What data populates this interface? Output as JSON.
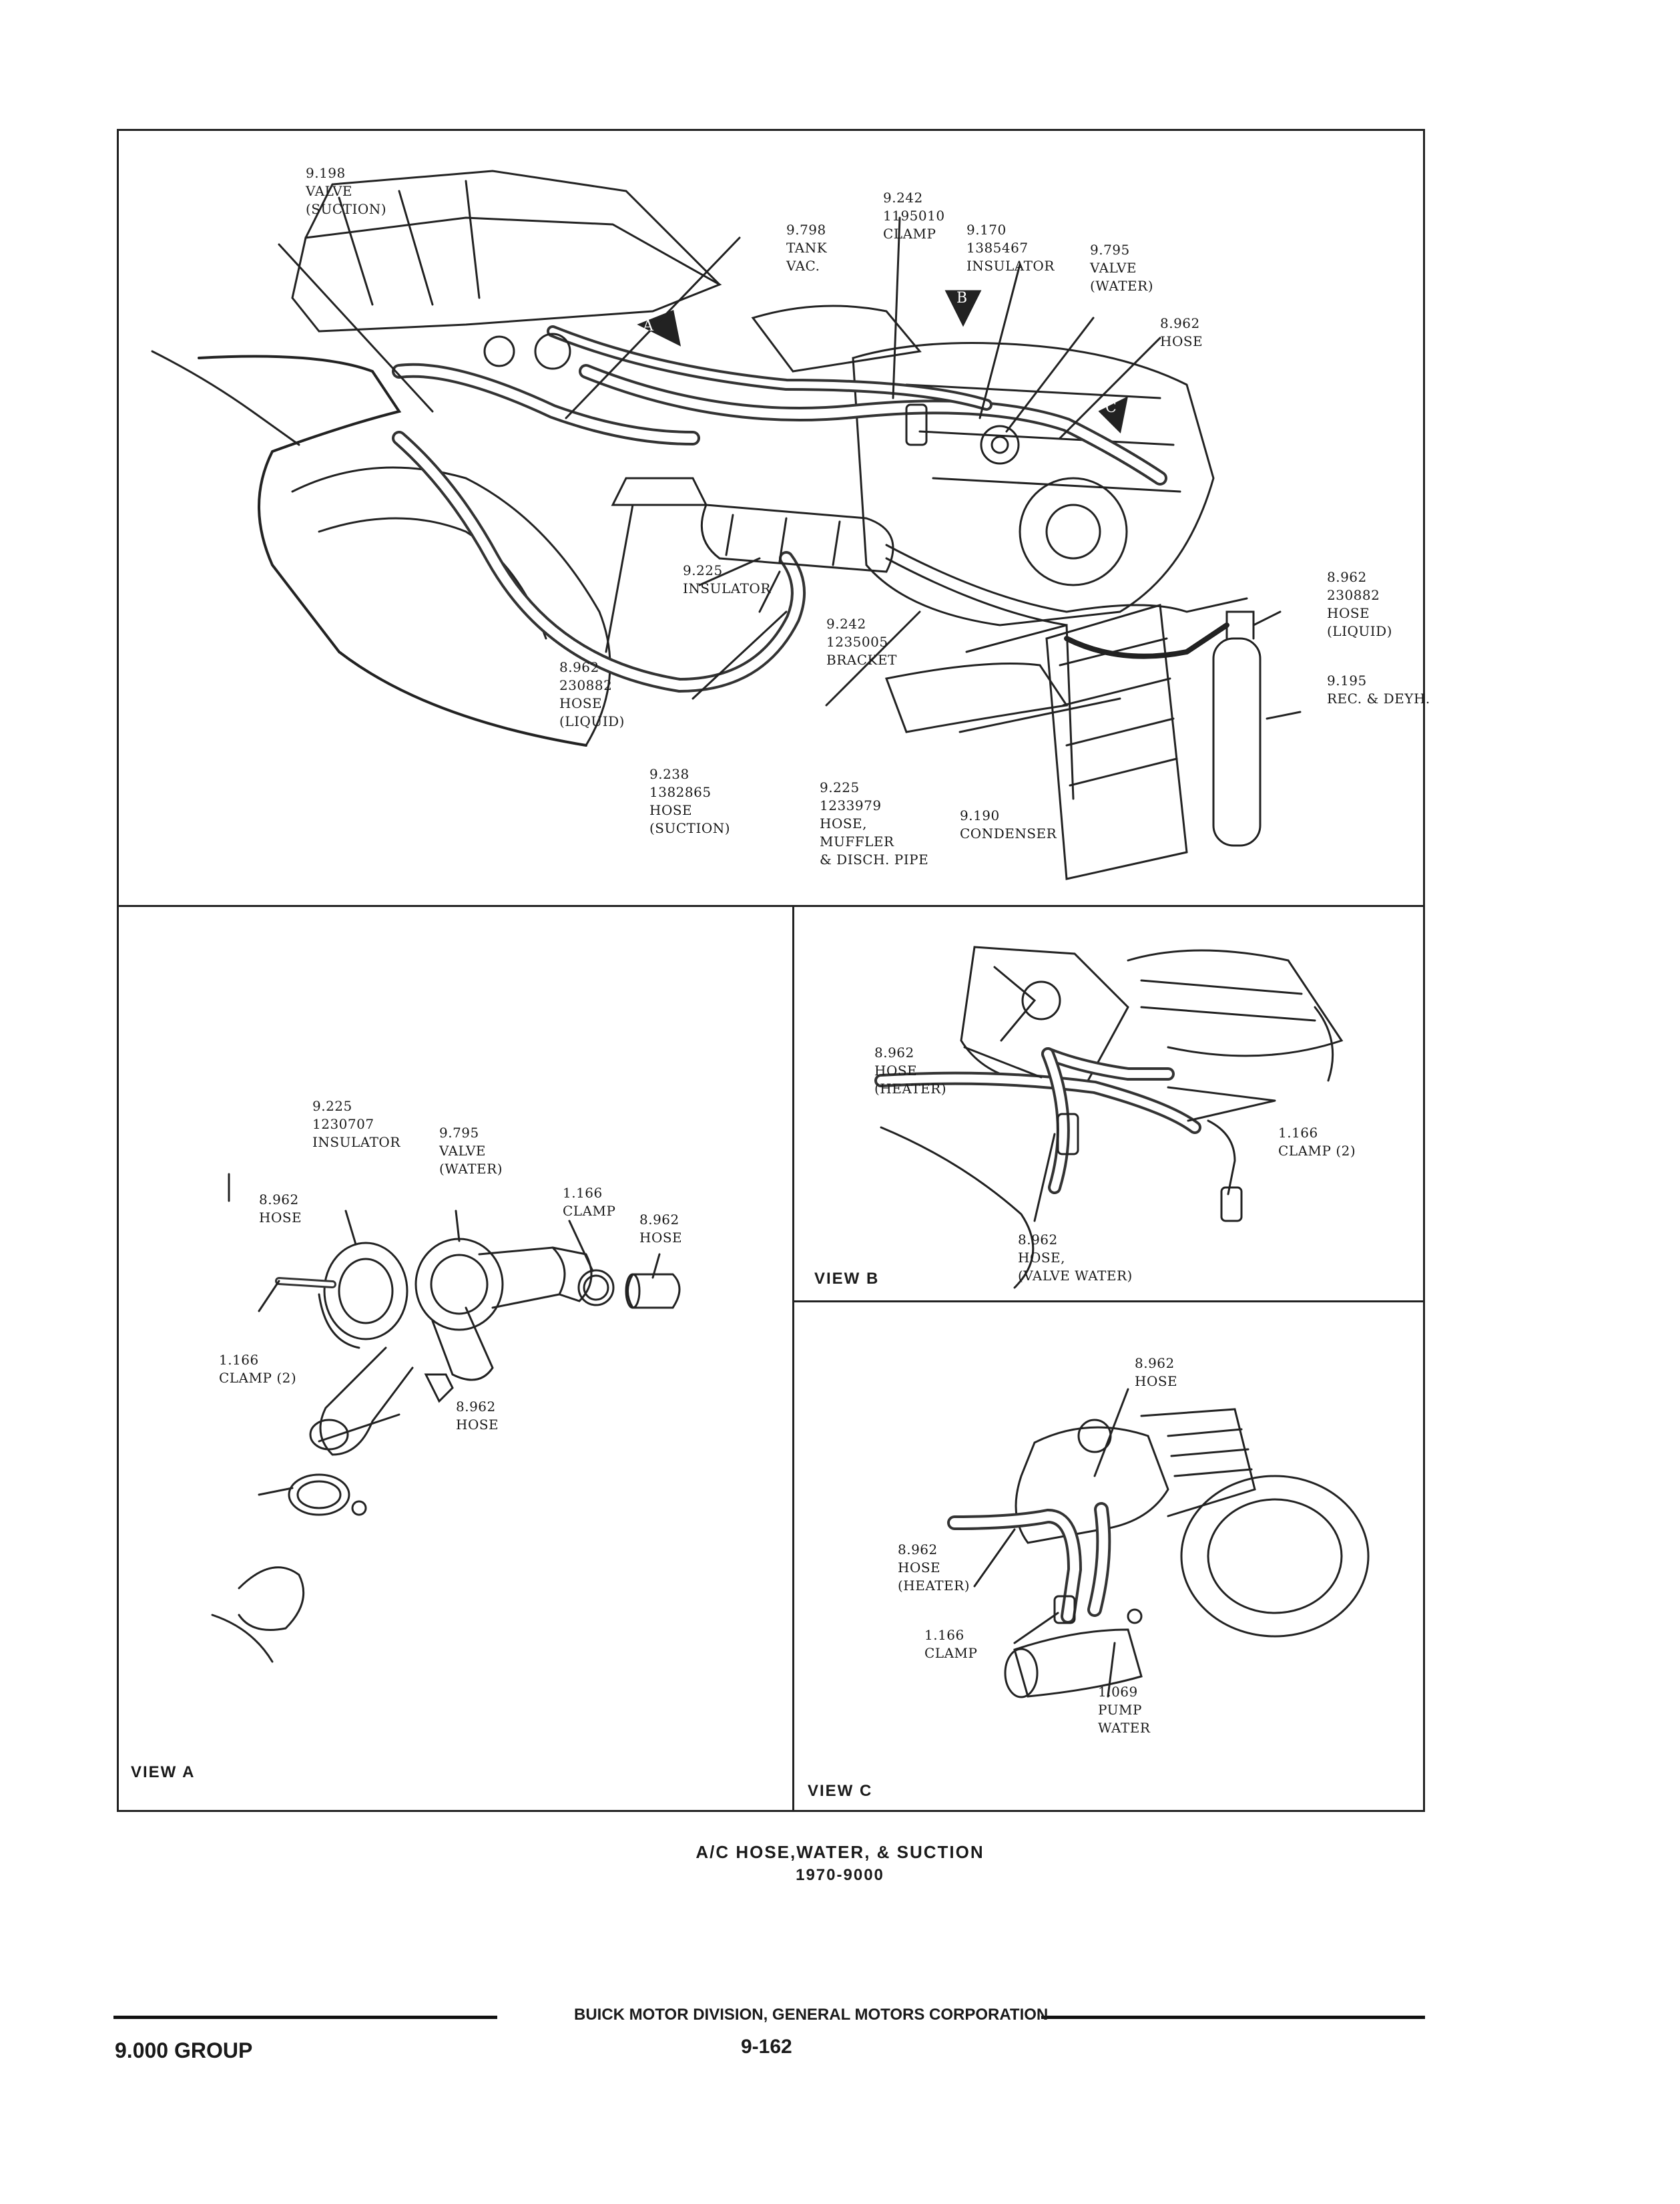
{
  "main_view": {
    "labels": [
      "9.198\nVALVE\n(SUCTION)",
      "9.798\nTANK\nVAC.",
      "9.242\n1195010\nCLAMP",
      "9.170\n1385467\nINSULATOR",
      "9.795\nVALVE\n(WATER)",
      "8.962\nHOSE",
      "9.225\nINSULATOR",
      "9.242\n1235005\nBRACKET",
      "8.962\n230882\nHOSE\n(LIQUID)",
      "9.238\n1382865\nHOSE\n(SUCTION)",
      "9.225\n1233979\nHOSE,\nMUFFLER\n& DISCH. PIPE",
      "9.190\nCONDENSER",
      "8.962\n230882\nHOSE\n(LIQUID)",
      "9.195\nREC. & DEYH."
    ],
    "callouts": [
      "A",
      "B",
      "C"
    ]
  },
  "view_a": {
    "title": "VIEW A",
    "labels": [
      "9.225\n1230707\nINSULATOR",
      "9.795\nVALVE\n(WATER)",
      "8.962\nHOSE",
      "1.166\nCLAMP",
      "8.962\nHOSE",
      "1.166\nCLAMP (2)",
      "8.962\nHOSE"
    ]
  },
  "view_b": {
    "title": "VIEW B",
    "labels": [
      "8.962\nHOSE\n(HEATER)",
      "1.166\nCLAMP (2)",
      "8.962\nHOSE,\n(VALVE WATER)"
    ]
  },
  "view_c": {
    "title": "VIEW C",
    "labels": [
      "8.962\nHOSE",
      "8.962\nHOSE\n(HEATER)",
      "1.166\nCLAMP",
      "1.069\nPUMP\nWATER"
    ]
  },
  "caption": {
    "title": "A/C HOSE,WATER, & SUCTION",
    "subtitle": "1970-9000"
  },
  "footer": {
    "corporation": "BUICK MOTOR DIVISION, GENERAL MOTORS CORPORATION",
    "page_number": "9-162",
    "group": "9.000 GROUP"
  }
}
